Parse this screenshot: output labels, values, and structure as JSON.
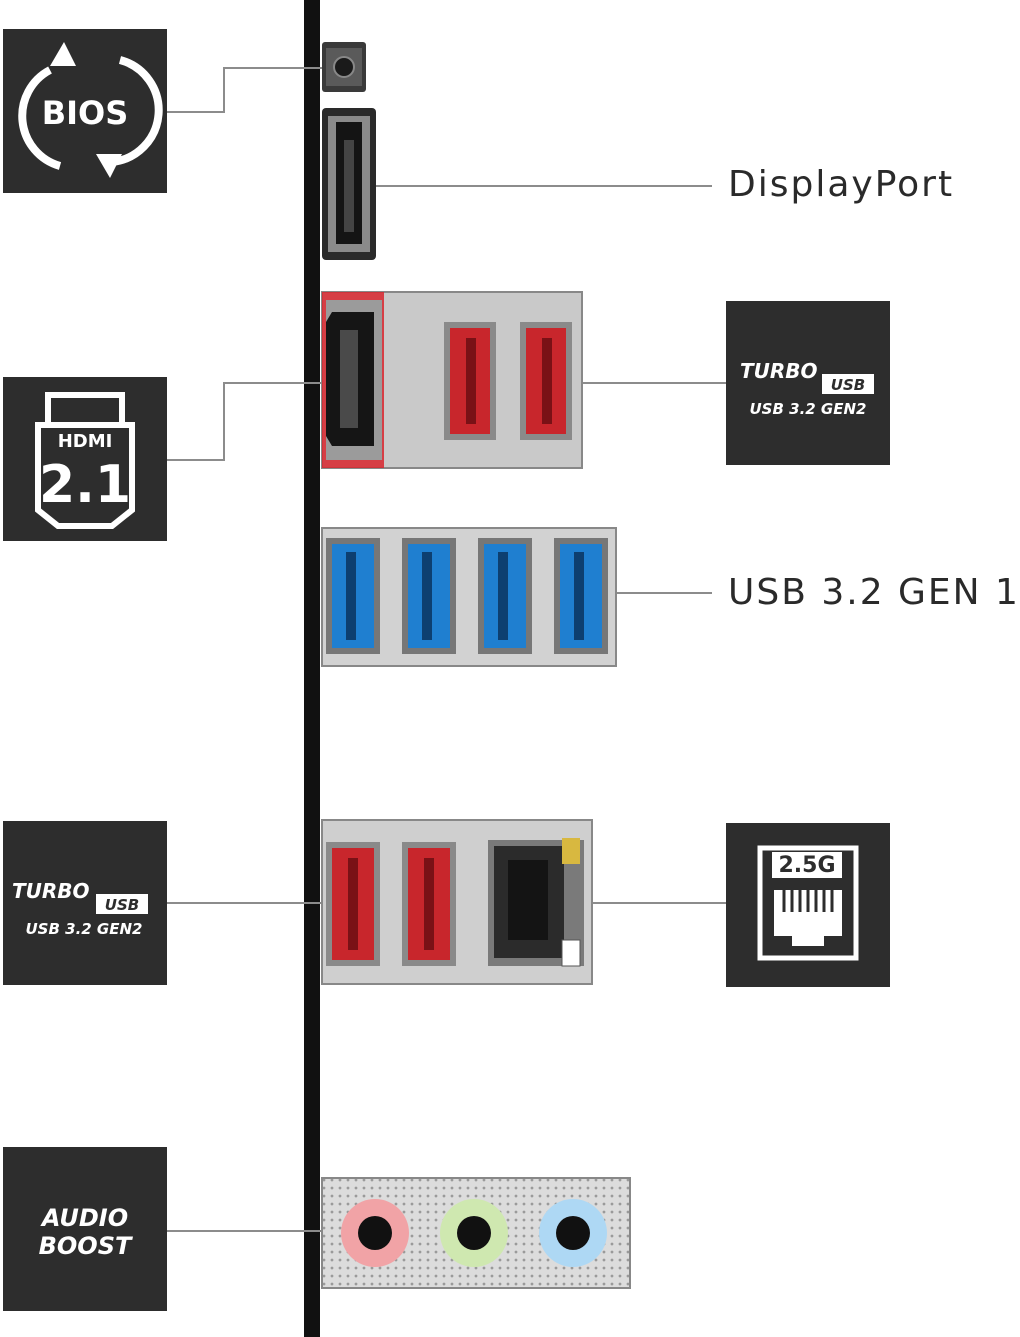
{
  "labels": {
    "bios": "BIOS",
    "displayport": "DisplayPort",
    "hdmi_brand": "HDMI",
    "hdmi_version": "2.1",
    "turbo_word": "TURBO",
    "usb_word": "USB",
    "gen2": "USB 3.2 GEN2",
    "usb_gen1": "USB 3.2 GEN 1",
    "lan_speed": "2.5G",
    "audio_line1": "AUDIO",
    "audio_line2": "BOOST"
  },
  "colors": {
    "tile": "#2d2d2d",
    "port_red": "#c8262c",
    "port_blue": "#1f7fd0",
    "audio_pink": "#f1a3a6",
    "audio_green": "#cfe8b0",
    "audio_blue": "#aed8f4",
    "backplate": "#111111"
  },
  "icons": [
    "bios-flashback-icon",
    "hdmi-connector-icon",
    "ethernet-jack-icon"
  ]
}
